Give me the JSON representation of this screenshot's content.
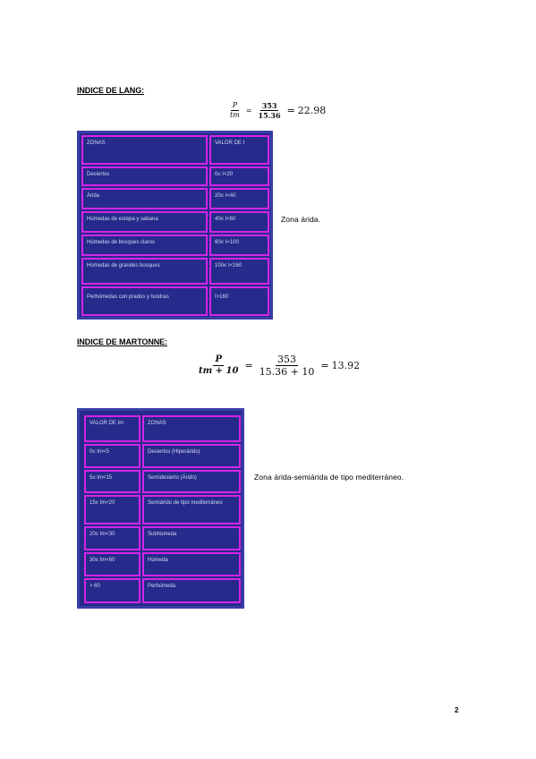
{
  "lang": {
    "heading": "INDICE DE LANG:",
    "formula": {
      "num": "P",
      "den": "tm",
      "num_val": "353",
      "den_val": "15.36",
      "result": "22.98"
    },
    "table": {
      "headers": [
        "ZONAS",
        "VALOR DE I"
      ],
      "rows": [
        [
          "Desiertos",
          "0≤ I<20"
        ],
        [
          "Árida",
          "20≤ I<40"
        ],
        [
          "Húmedas de estepa y sabana",
          "40≤ I<60"
        ],
        [
          "Húmedas de bosques claros",
          "60≤ I<100"
        ],
        [
          "Húmedas de grandes bosques",
          "100≤ I<160"
        ],
        [
          "Perhúmedas con prados y tundras",
          "I>160"
        ]
      ]
    },
    "result_text": "Zona árida."
  },
  "martonne": {
    "heading": "INDICE DE MARTONNE:",
    "formula": {
      "num": "P",
      "den": "tm + 10",
      "num_val": "353",
      "den_val": "15.36 + 10",
      "result": "13.92"
    },
    "table": {
      "headers": [
        "VALOR DE Im",
        "ZONAS"
      ],
      "rows": [
        [
          "0≤ Im<5",
          "Desiertos (Hiperárido)"
        ],
        [
          "5≤ Im<15",
          "Semidesierto (Árido)"
        ],
        [
          "15≤ Im<20",
          "Semiárido de tipo mediterráneo"
        ],
        [
          "20≤ Im<30",
          "Subhúmeda"
        ],
        [
          "30≤ Im<60",
          "Húmeda"
        ],
        [
          "> 60",
          "Perhúmeda"
        ]
      ]
    },
    "result_text": "Zona árida-semiárida de tipo mediterráneo."
  },
  "page_number": "2",
  "colors": {
    "table_bg": "#262a8a",
    "cell_border": "#d326e6",
    "cell_text": "#d6d8f4"
  }
}
